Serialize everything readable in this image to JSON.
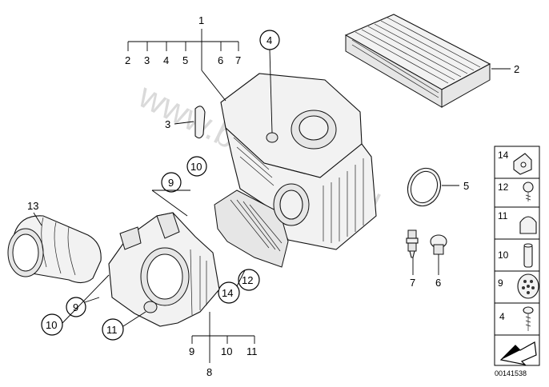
{
  "watermark": "www.bmwfans.pl",
  "callouts": {
    "c1": "1",
    "c2_top": "2",
    "c2_filter": "2",
    "c3_row": "3",
    "c4_row": "4",
    "c5_row": "5",
    "c6_row": "6",
    "c7_row": "7",
    "c3_clip": "3",
    "c4_circle": "4",
    "c5_seal": "5",
    "c6_sensor": "6",
    "c7_sensor": "7",
    "c8": "8",
    "c9_a": "9",
    "c10_a": "10",
    "c9_b": "9",
    "c10_b": "10",
    "c11_a": "11",
    "c12": "12",
    "c13": "13",
    "c14": "14",
    "c9_bottom": "9",
    "c10_bottom": "10",
    "c11_bottom": "11"
  },
  "side_panel": [
    {
      "num": "14",
      "icon": "clip-nut-icon"
    },
    {
      "num": "12",
      "icon": "screw-icon"
    },
    {
      "num": "11",
      "icon": "rubber-cap-icon"
    },
    {
      "num": "10",
      "icon": "sleeve-icon"
    },
    {
      "num": "9",
      "icon": "grommet-icon"
    },
    {
      "num": "4",
      "icon": "self-tapping-screw-icon"
    }
  ],
  "document_number": "00141538"
}
